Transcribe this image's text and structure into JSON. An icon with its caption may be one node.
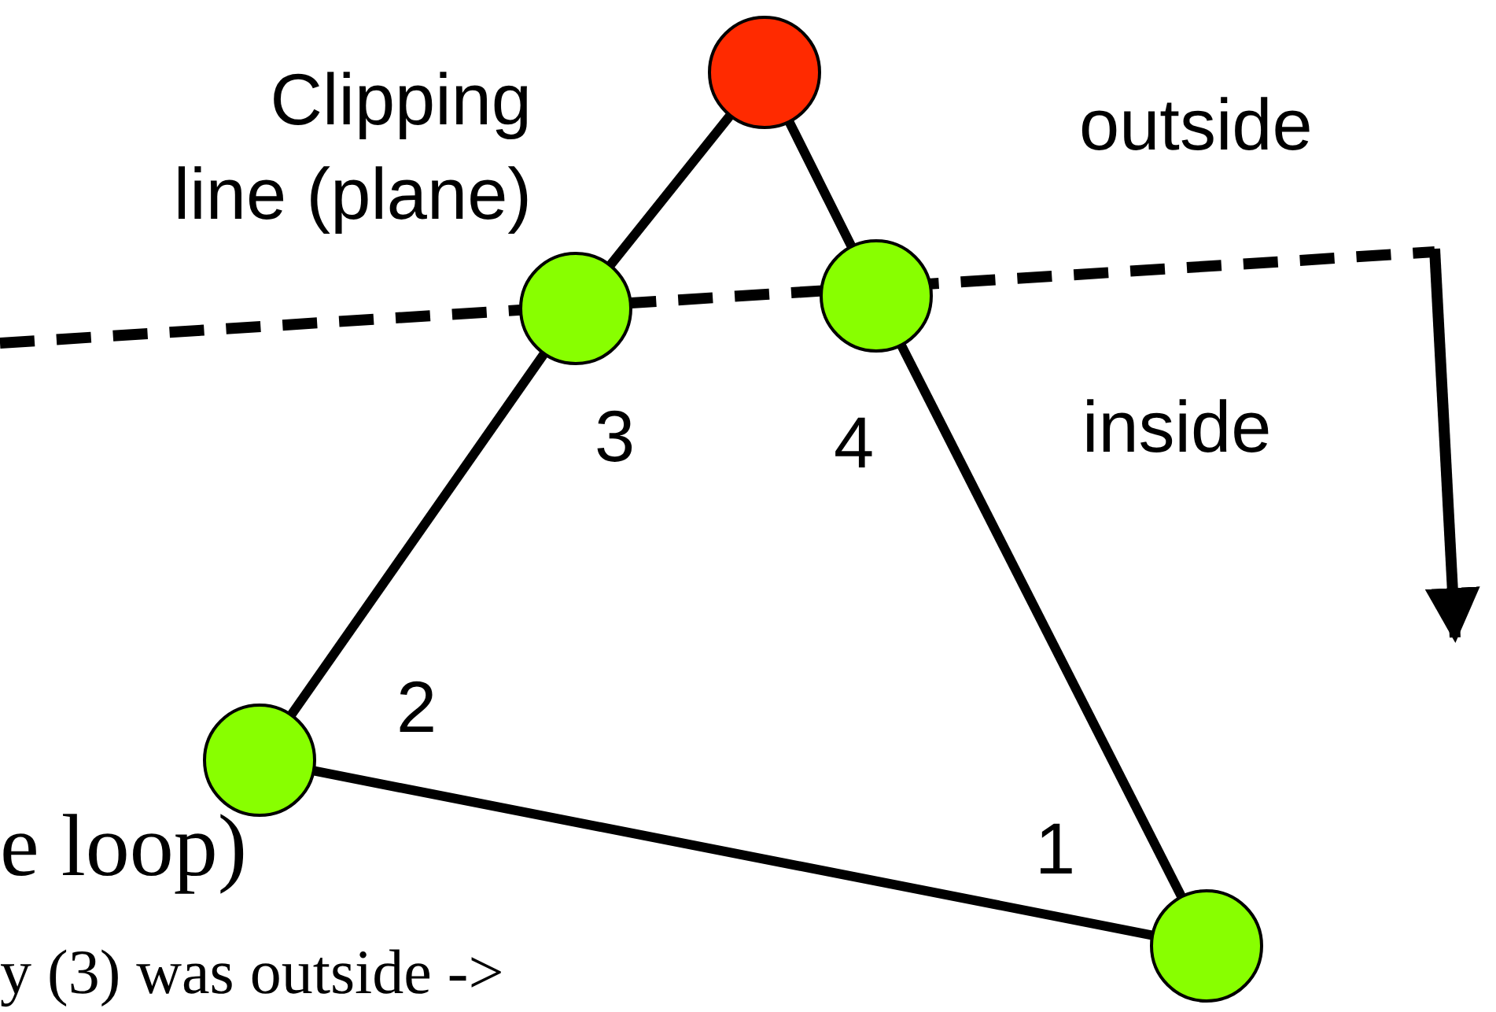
{
  "diagram": {
    "nodes": [
      {
        "text": [],
        "shape": "circle"
      },
      {
        "text": [],
        "shape": "circle"
      },
      {
        "text": [],
        "shape": "circle"
      },
      {
        "text": [],
        "shape": "circle"
      },
      {
        "text": [],
        "shape": "circle"
      }
    ],
    "edges": [
      {
        "from": 0,
        "to": 1,
        "arrow": "none"
      },
      {
        "from": 1,
        "to": 3,
        "arrow": "none"
      },
      {
        "from": 3,
        "to": 4,
        "arrow": "none"
      },
      {
        "from": 4,
        "to": 2,
        "arrow": "none"
      },
      {
        "from": 2,
        "to": 0,
        "arrow": "none"
      }
    ],
    "labels": [
      "Clipping line (plane)",
      "outside",
      "3",
      "4",
      "inside",
      "2",
      "1",
      "e loop)",
      "y (3) was outside ->"
    ]
  }
}
